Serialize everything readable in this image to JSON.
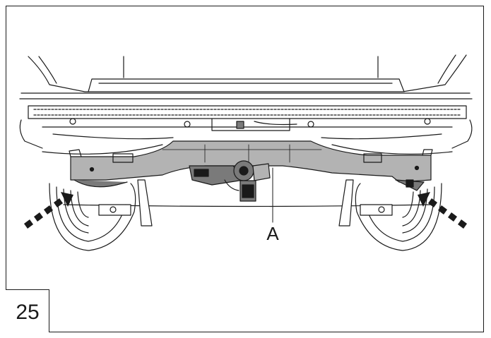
{
  "figure": {
    "step_number": "25",
    "callout_label": "A",
    "subject": "towbar-crossmember-mounted-under-vehicle-rear",
    "arrow_icon": "dashed-arrow-icon",
    "colors": {
      "line": "#1a1a1a",
      "towbar_fill": "#b3b3b3",
      "detail_fill": "#7a7a7a",
      "background": "#ffffff"
    }
  }
}
